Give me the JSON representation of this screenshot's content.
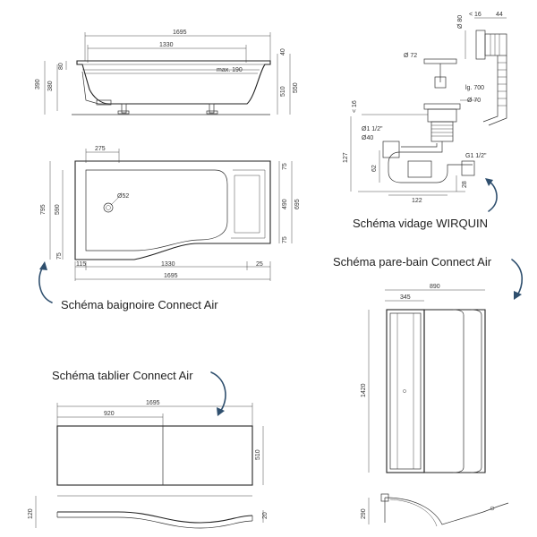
{
  "captions": {
    "vidage": "Schéma vidage WIRQUIN",
    "parebain": "Schéma pare-bain Connect Air",
    "baignoire": "Schéma baignoire Connect Air",
    "tablier": "Schéma tablier Connect Air"
  },
  "side_view": {
    "overall_length": "1695",
    "inner_length": "1330",
    "max_depth": "max. 190",
    "h_total": "390",
    "h_inner": "380",
    "rim": "80",
    "right_top": "40",
    "h_510": "510",
    "h_550": "550"
  },
  "top_view": {
    "w_275": "275",
    "drain_dia": "Ø52",
    "h_795": "795",
    "h_590": "590",
    "h_75_top": "75",
    "h_75_bottom": "75",
    "left_75": "75",
    "h_490": "490",
    "h_695": "695",
    "bottom_115": "115",
    "bottom_1330": "1330",
    "bottom_25": "25",
    "overall": "1695"
  },
  "waste": {
    "d80": "Ø 80",
    "w16": "< 16",
    "w44": "44",
    "d72": "Ø 72",
    "lg700": "lg. 700",
    "d70": "Ø 70",
    "left16": "< 16",
    "thread1": "Ø1 1/2\"",
    "d40": "Ø40",
    "h127": "127",
    "h62": "62",
    "g1": "G1 1/2\"",
    "h28": "28",
    "w122": "122"
  },
  "screen": {
    "w890": "890",
    "w345": "345",
    "h1420": "1420",
    "d290": "290"
  },
  "panel": {
    "overall": "1695",
    "w920": "920",
    "h510": "510",
    "d120": "120",
    "d20": "20"
  }
}
